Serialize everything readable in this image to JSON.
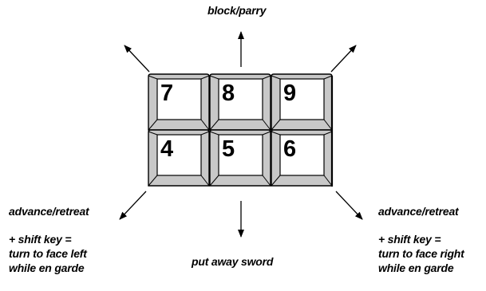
{
  "diagram": {
    "keys": {
      "k7": "7",
      "k8": "8",
      "k9": "9",
      "k4": "4",
      "k5": "5",
      "k6": "6"
    },
    "labels": {
      "top": "block/parry",
      "bottom": "put away sword",
      "left": {
        "action": "advance/retreat",
        "line1": "+ shift key =",
        "line2": "turn to face left",
        "line3": "while en garde"
      },
      "right": {
        "action": "advance/retreat",
        "line1": "+ shift key =",
        "line2": "turn to face right",
        "line3": "while en garde"
      }
    }
  }
}
